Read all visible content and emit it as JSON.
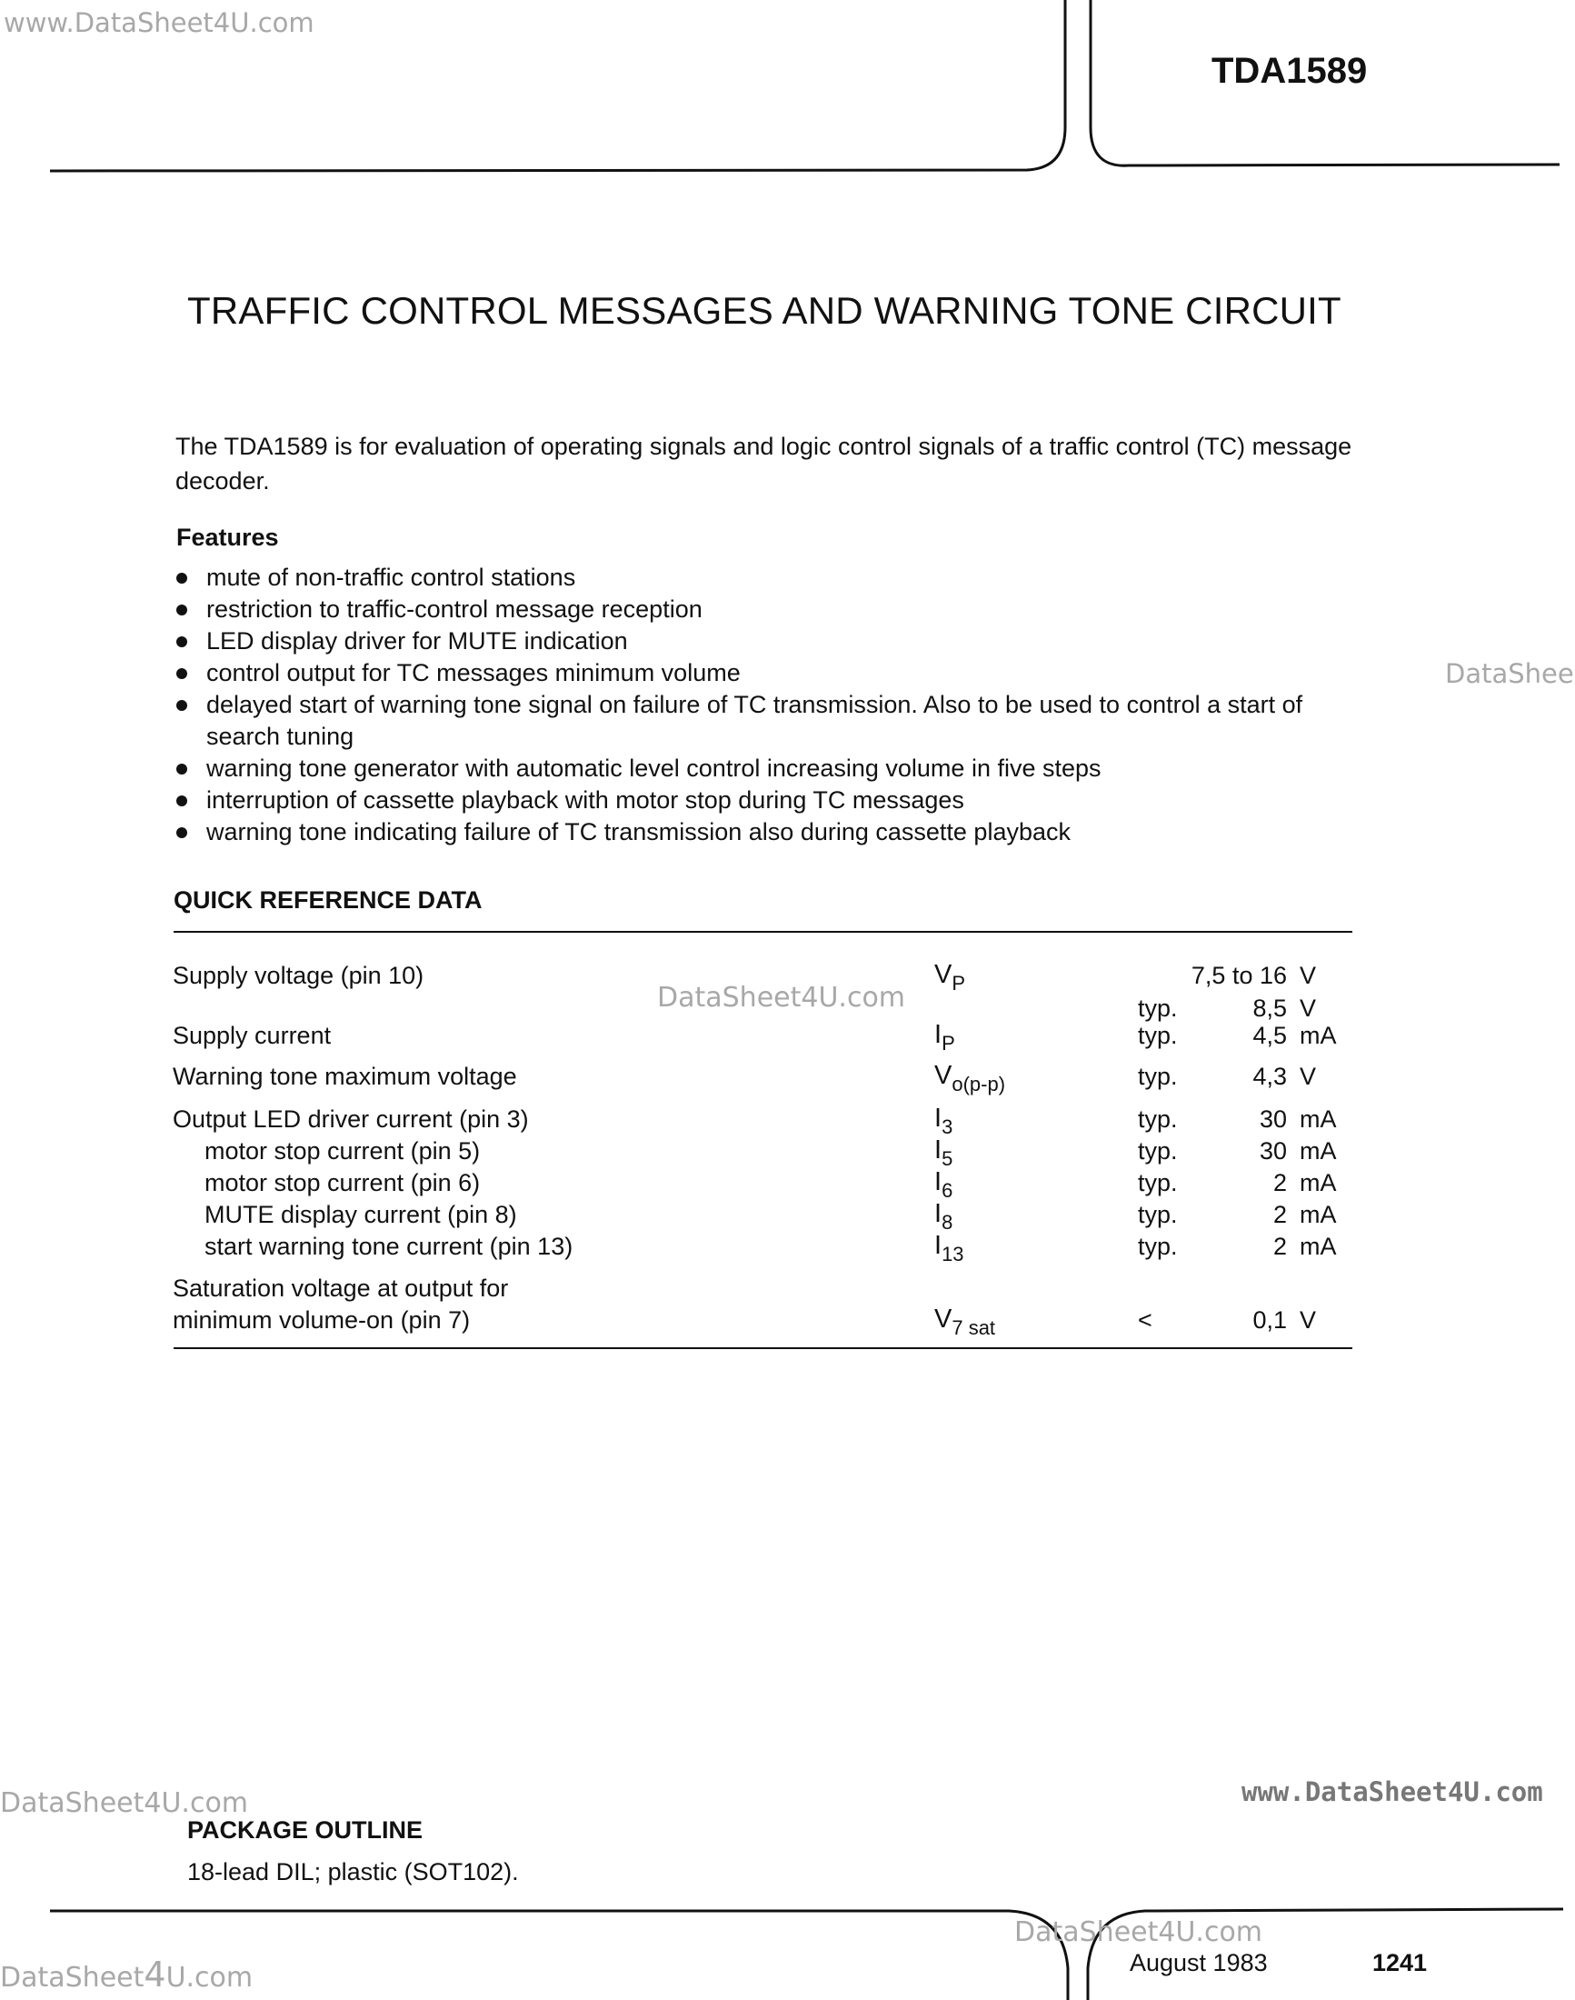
{
  "watermarks": {
    "top_left": "www.DataSheet4U.com",
    "right_mid": "DataShee",
    "table_mid": "DataSheet4U.com",
    "bottom_left_1": "DataSheet4U.com",
    "bottom_right": "www.DataSheet4U.com",
    "bottom_center": "DataSheet4U.com",
    "bottom_left_2a": "DataSheet",
    "bottom_left_2b": "4",
    "bottom_left_2c": "U.com"
  },
  "header": {
    "part_number": "TDA1589"
  },
  "title": "TRAFFIC CONTROL MESSAGES AND WARNING TONE CIRCUIT",
  "intro": "The TDA1589 is for evaluation of operating signals and logic control signals of a traffic control (TC) message decoder.",
  "features": {
    "heading": "Features",
    "items": [
      "mute of non-traffic control stations",
      "restriction to traffic-control message reception",
      "LED display driver for MUTE indication",
      "control output for TC messages minimum volume",
      "delayed start of warning tone signal on failure of TC transmission. Also to be used to control a start of search tuning",
      "warning tone generator with automatic level control increasing volume in five steps",
      "interruption of cassette playback with motor stop during TC messages",
      "warning tone indicating failure of TC transmission also during cassette playback"
    ]
  },
  "quick_reference": {
    "heading": "QUICK REFERENCE DATA",
    "rows": [
      {
        "param": "Supply voltage (pin 10)",
        "sym": "V",
        "sub": "P",
        "qual": "",
        "value": "7,5 to 16",
        "unit": "V"
      },
      {
        "param": "",
        "sym": "",
        "sub": "",
        "qual": "typ.",
        "value": "8,5",
        "unit": "V"
      },
      {
        "param": "Supply current",
        "sym": "I",
        "sub": "P",
        "qual": "typ.",
        "value": "4,5",
        "unit": "mA"
      },
      {
        "param": "Warning tone maximum voltage",
        "sym": "V",
        "sub": "o(p-p)",
        "qual": "typ.",
        "value": "4,3",
        "unit": "V"
      },
      {
        "param": "Output LED driver current (pin 3)",
        "sym": "I",
        "sub": "3",
        "qual": "typ.",
        "value": "30",
        "unit": "mA"
      },
      {
        "param": "motor stop current (pin 5)",
        "sym": "I",
        "sub": "5",
        "qual": "typ.",
        "value": "30",
        "unit": "mA"
      },
      {
        "param": "motor stop current (pin 6)",
        "sym": "I",
        "sub": "6",
        "qual": "typ.",
        "value": "2",
        "unit": "mA"
      },
      {
        "param": "MUTE display current (pin 8)",
        "sym": "I",
        "sub": "8",
        "qual": "typ.",
        "value": "2",
        "unit": "mA"
      },
      {
        "param": "start warning tone current (pin 13)",
        "sym": "I",
        "sub": "13",
        "qual": "typ.",
        "value": "2",
        "unit": "mA"
      },
      {
        "param": "Saturation voltage at output for",
        "sym": "",
        "sub": "",
        "qual": "",
        "value": "",
        "unit": ""
      },
      {
        "param": "minimum volume-on (pin 7)",
        "sym": "V",
        "sub": "7 sat",
        "qual": "<",
        "value": "0,1",
        "unit": "V"
      }
    ]
  },
  "package": {
    "heading": "PACKAGE OUTLINE",
    "text": "18-lead DIL; plastic (SOT102)."
  },
  "footer": {
    "date": "August 1983",
    "page": "1241"
  }
}
